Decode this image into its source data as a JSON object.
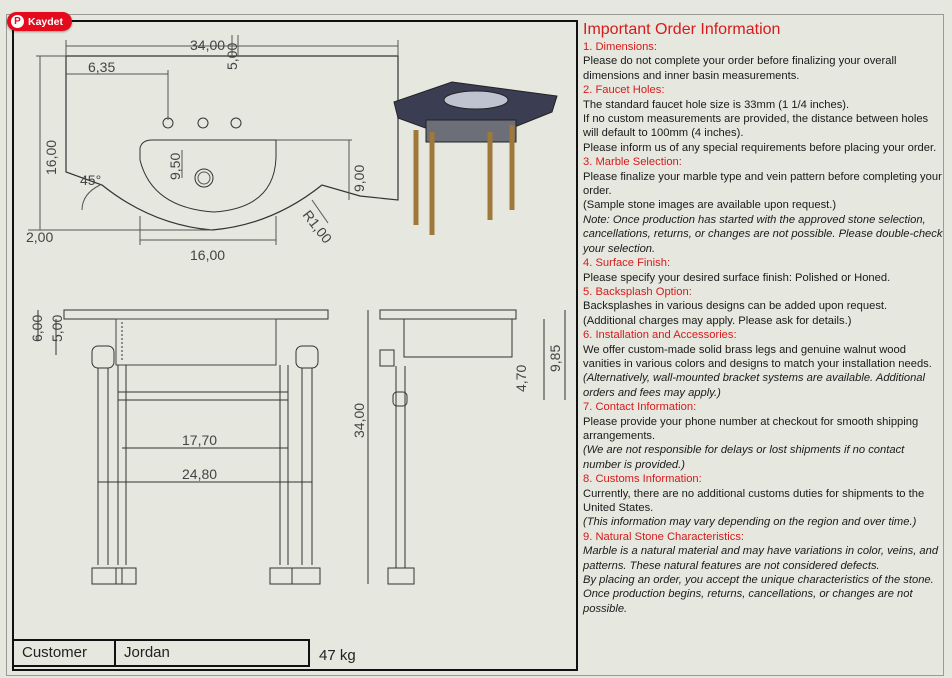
{
  "save_button": {
    "label": "Kaydet",
    "icon": "pinterest-icon"
  },
  "info": {
    "title": "Important Order Information",
    "sections": [
      {
        "heading": "1. Dimensions:",
        "lines": [
          {
            "text": "Please do not complete your order before finalizing your overall dimensions and inner basin measurements.",
            "italic": false
          }
        ]
      },
      {
        "heading": "2. Faucet Holes:",
        "lines": [
          {
            "text": "The standard faucet hole size is 33mm (1 1/4 inches).",
            "italic": false
          },
          {
            "text": "If no custom measurements are provided, the distance between holes will default to 100mm (4 inches).",
            "italic": false
          },
          {
            "text": "Please inform us of any special requirements before placing your order.",
            "italic": false
          }
        ]
      },
      {
        "heading": "3. Marble Selection:",
        "lines": [
          {
            "text": "Please finalize your marble type and vein pattern before completing your order.",
            "italic": false
          },
          {
            "text": "(Sample stone images are available upon request.)",
            "italic": false
          },
          {
            "text": "Note: Once production has started with the approved stone selection, cancellations, returns, or changes are not possible. Please double-check your selection.",
            "italic": true
          }
        ]
      },
      {
        "heading": "4. Surface Finish:",
        "lines": [
          {
            "text": "Please specify your desired surface finish: Polished or Honed.",
            "italic": false
          }
        ]
      },
      {
        "heading": "5. Backsplash Option:",
        "lines": [
          {
            "text": "Backsplashes in various designs can be added upon request.",
            "italic": false
          },
          {
            "text": "(Additional charges may apply. Please ask for details.)",
            "italic": false
          }
        ]
      },
      {
        "heading": "6. Installation and Accessories:",
        "lines": [
          {
            "text": "We offer custom-made solid brass legs and genuine walnut wood vanities in various colors and designs to match your installation needs.",
            "italic": false
          },
          {
            "text": "(Alternatively, wall-mounted bracket systems are available. Additional orders and fees may apply.)",
            "italic": true
          }
        ]
      },
      {
        "heading": "7. Contact Information:",
        "lines": [
          {
            "text": "Please provide your phone number at checkout for smooth shipping arrangements.",
            "italic": false
          },
          {
            "text": "(We are not responsible for delays or lost shipments if no contact number is provided.)",
            "italic": true
          }
        ]
      },
      {
        "heading": "8. Customs Information:",
        "lines": [
          {
            "text": "Currently, there are no additional customs duties for shipments to the United States.",
            "italic": false
          },
          {
            "text": "(This information may vary depending on the region and over time.)",
            "italic": true
          }
        ]
      },
      {
        "heading": "9. Natural Stone Characteristics:",
        "lines": [
          {
            "text": "Marble is a natural material and may have variations in color, veins, and patterns. These natural features are not considered defects.",
            "italic": true
          },
          {
            "text": "By placing an order, you accept the unique characteristics of the stone. Once production begins, returns, cancellations, or changes are not possible.",
            "italic": true
          }
        ]
      }
    ]
  },
  "dimensions": {
    "top_width": "34,00",
    "top_offset": "5,00",
    "left_offset": "6,35",
    "depth": "16,00",
    "basin_depth": "9,50",
    "angle": "45°",
    "right_depth": "9,00",
    "radius": "R1,00",
    "edge": "2,00",
    "basin_width": "16,00",
    "slab_outer": "6,00",
    "slab_inner": "5,00",
    "leg_inner": "17,70",
    "leg_outer": "24,80",
    "height": "34,00",
    "side_apron": "4,70",
    "side_total": "9,85"
  },
  "title_block": {
    "customer_label": "Customer",
    "customer_name": "Jordan",
    "weight": "47 kg"
  }
}
